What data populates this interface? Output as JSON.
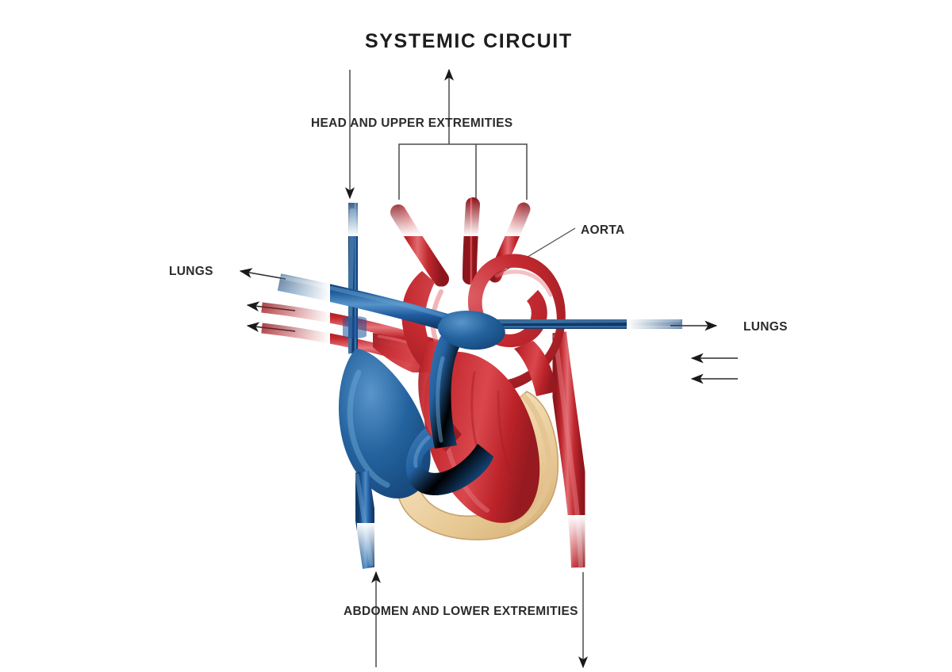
{
  "figure": {
    "title": "SYSTEMIC CIRCUIT",
    "subject": "human-heart-circulation-diagram",
    "background_color": "#ffffff"
  },
  "labels": {
    "head": "HEAD AND UPPER EXTREMITIES",
    "abdomen": "ABDOMEN AND LOWER EXTREMITIES",
    "aorta": "AORTA",
    "lungs_left": "LUNGS",
    "lungs_right": "LUNGS"
  },
  "colors": {
    "artery_red": "#c0272d",
    "artery_red_dark": "#9d1b22",
    "artery_red_light": "#e0636a",
    "vein_blue": "#1f5ba0",
    "vein_blue_dark": "#164377",
    "vein_blue_light": "#5a93c8",
    "myocardium_tan": "#f1d7ac",
    "myocardium_tan_dark": "#d9b77f",
    "myocardium_tan_light": "#fbeed6",
    "leader_line": "#3a3a3a",
    "text": "#2b2b2b"
  },
  "structures": [
    {
      "name": "superior-vena-cava",
      "type": "vein",
      "color": "#1f5ba0",
      "flow": "down-into-heart"
    },
    {
      "name": "inferior-vena-cava",
      "type": "vein",
      "color": "#1f5ba0",
      "flow": "up-into-heart"
    },
    {
      "name": "aortic-arch",
      "type": "artery",
      "color": "#c0272d",
      "branches": 3
    },
    {
      "name": "brachiocephalic-trunk",
      "type": "artery",
      "color": "#c0272d"
    },
    {
      "name": "left-common-carotid-artery",
      "type": "artery",
      "color": "#c0272d"
    },
    {
      "name": "left-subclavian-artery",
      "type": "artery",
      "color": "#c0272d"
    },
    {
      "name": "descending-aorta",
      "type": "artery",
      "color": "#c0272d",
      "flow": "down"
    },
    {
      "name": "pulmonary-trunk",
      "type": "vein-blood-artery",
      "color": "#1f5ba0"
    },
    {
      "name": "left-pulmonary-artery",
      "type": "vein-blood-artery",
      "color": "#1f5ba0",
      "flow": "to-lungs-left"
    },
    {
      "name": "right-pulmonary-artery",
      "type": "vein-blood-artery",
      "color": "#1f5ba0",
      "flow": "to-lungs-right"
    },
    {
      "name": "left-pulmonary-veins",
      "type": "oxygenated-vein",
      "color": "#c0272d",
      "count": 2
    },
    {
      "name": "right-pulmonary-veins",
      "type": "oxygenated-vein",
      "color": "#c0272d",
      "count": 2
    },
    {
      "name": "left-ventricle",
      "type": "chamber",
      "color": "#c0272d"
    },
    {
      "name": "right-ventricle",
      "type": "chamber",
      "color": "#1f5ba0"
    },
    {
      "name": "myocardium",
      "type": "muscle",
      "color": "#f1d7ac"
    }
  ],
  "flow_arrows": [
    {
      "name": "arrow-head-down-to-svc",
      "direction": "down",
      "target": "superior-vena-cava"
    },
    {
      "name": "arrow-aorta-up-to-head",
      "direction": "up",
      "target": "aortic-arch-branches"
    },
    {
      "name": "arrow-lungs-left-blue",
      "direction": "left",
      "target": "left-pulmonary-artery"
    },
    {
      "name": "arrow-lungs-left-red-upper",
      "direction": "left",
      "target": "left-pulmonary-vein-upper"
    },
    {
      "name": "arrow-lungs-left-red-lower",
      "direction": "left",
      "target": "left-pulmonary-vein-lower"
    },
    {
      "name": "arrow-lungs-right-blue",
      "direction": "right",
      "target": "right-pulmonary-artery"
    },
    {
      "name": "arrow-lungs-right-red-upper",
      "direction": "left",
      "target": "right-pulmonary-vein-upper"
    },
    {
      "name": "arrow-lungs-right-red-lower",
      "direction": "left",
      "target": "right-pulmonary-vein-lower"
    },
    {
      "name": "arrow-ivc-up-from-abdomen",
      "direction": "up",
      "target": "inferior-vena-cava"
    },
    {
      "name": "arrow-descending-aorta-down",
      "direction": "down",
      "target": "descending-aorta"
    }
  ]
}
